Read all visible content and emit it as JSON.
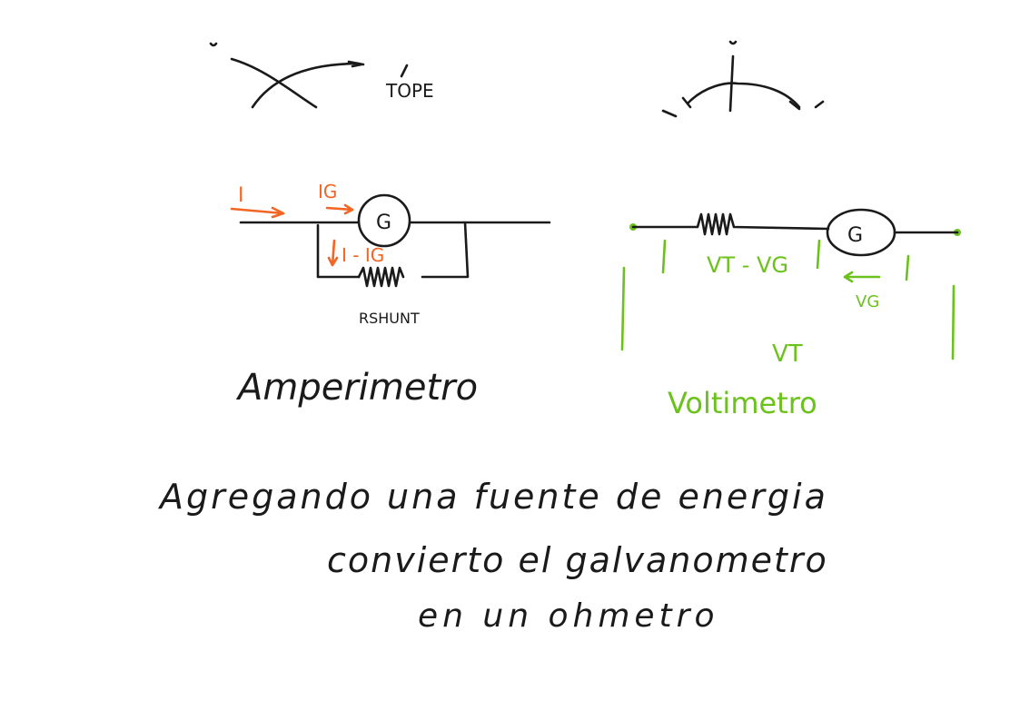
{
  "top_left": {
    "label": "TOPE"
  },
  "ammeter": {
    "current_total": "I",
    "current_galvanometer": "IG",
    "current_shunt": "I - IG",
    "galvanometer": "G",
    "shunt_label": "RSHUNT",
    "title": "Amperimetro"
  },
  "voltmeter": {
    "galvanometer": "G",
    "resistor_voltage": "VT - VG",
    "galvanometer_voltage": "VG",
    "total_voltage": "VT",
    "title": "Voltimetro"
  },
  "note": {
    "line1": "Agregando una fuente de energia",
    "line2": "convierto el galvanometro",
    "line3": "en un ohmetro"
  },
  "colors": {
    "ink": "#1a1a1a",
    "orange": "#f26522",
    "green": "#6cc21c"
  }
}
